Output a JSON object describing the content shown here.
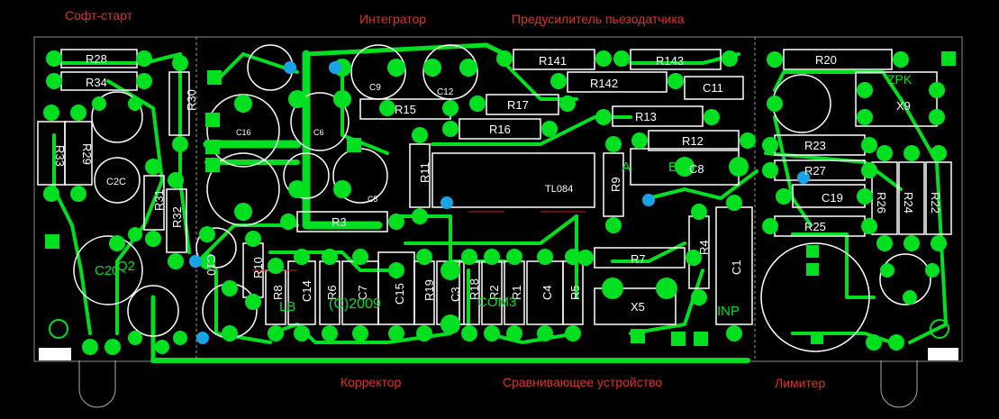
{
  "sections": {
    "soft_start": "Софт-старт",
    "integrator": "Интегратор",
    "preamp": "Предусилитель пьезодатчика",
    "corrector": "Корректор",
    "comparator": "Сравнивающее устройство",
    "limiter": "Лимитер"
  },
  "silk_labels": [
    {
      "id": "r28",
      "text": "R28"
    },
    {
      "id": "r34",
      "text": "R34"
    },
    {
      "id": "r30",
      "text": "R30"
    },
    {
      "id": "r33",
      "text": "R33"
    },
    {
      "id": "r29",
      "text": "R29"
    },
    {
      "id": "c2c",
      "text": "C2C"
    },
    {
      "id": "r31",
      "text": "R31"
    },
    {
      "id": "r32",
      "text": "R32"
    },
    {
      "id": "c20",
      "text": "C20"
    },
    {
      "id": "q2",
      "text": "Q2"
    },
    {
      "id": "c9",
      "text": "C9"
    },
    {
      "id": "c12",
      "text": "C12"
    },
    {
      "id": "r141",
      "text": "R141"
    },
    {
      "id": "r143",
      "text": "R143"
    },
    {
      "id": "r142",
      "text": "R142"
    },
    {
      "id": "c11",
      "text": "C11"
    },
    {
      "id": "r15",
      "text": "R15"
    },
    {
      "id": "r17",
      "text": "R17"
    },
    {
      "id": "r13",
      "text": "R13"
    },
    {
      "id": "r16",
      "text": "R16"
    },
    {
      "id": "r12",
      "text": "R12"
    },
    {
      "id": "r11",
      "text": "R11"
    },
    {
      "id": "tl084",
      "text": "TL084"
    },
    {
      "id": "r9",
      "text": "R9"
    },
    {
      "id": "c8",
      "text": "C8"
    },
    {
      "id": "r3",
      "text": "R3"
    },
    {
      "id": "c5",
      "text": "C5"
    },
    {
      "id": "c10",
      "text": "C10"
    },
    {
      "id": "r10",
      "text": "R10"
    },
    {
      "id": "r8",
      "text": "R8"
    },
    {
      "id": "c14",
      "text": "C14"
    },
    {
      "id": "r6",
      "text": "R6"
    },
    {
      "id": "c7",
      "text": "C7"
    },
    {
      "id": "c15",
      "text": "C15"
    },
    {
      "id": "r19",
      "text": "R19"
    },
    {
      "id": "c3",
      "text": "C3"
    },
    {
      "id": "r18",
      "text": "R18"
    },
    {
      "id": "r2",
      "text": "R2"
    },
    {
      "id": "r1",
      "text": "R1"
    },
    {
      "id": "c4",
      "text": "C4"
    },
    {
      "id": "r5",
      "text": "R5"
    },
    {
      "id": "r7",
      "text": "R7"
    },
    {
      "id": "r4",
      "text": "R4"
    },
    {
      "id": "c1",
      "text": "C1"
    },
    {
      "id": "r20",
      "text": "R20"
    },
    {
      "id": "r23",
      "text": "R23"
    },
    {
      "id": "r27",
      "text": "R27"
    },
    {
      "id": "c19",
      "text": "C19"
    },
    {
      "id": "r26",
      "text": "R26"
    },
    {
      "id": "r24",
      "text": "R24"
    },
    {
      "id": "r22",
      "text": "R22"
    },
    {
      "id": "r25",
      "text": "R25"
    },
    {
      "id": "x9",
      "text": "X9"
    },
    {
      "id": "x5",
      "text": "X5"
    },
    {
      "id": "inp",
      "text": "INP"
    },
    {
      "id": "copyright",
      "text": "(C)2009"
    },
    {
      "id": "lb",
      "text": "LB"
    },
    {
      "id": "com3",
      "text": "COM3"
    },
    {
      "id": "zpk",
      "text": "ZPK"
    },
    {
      "id": "c16",
      "text": "C16"
    },
    {
      "id": "c6",
      "text": "C6"
    },
    {
      "id": "letter_a",
      "text": "A"
    },
    {
      "id": "letter_b",
      "text": "B"
    }
  ],
  "colors": {
    "background": "#000000",
    "track": "#00e020",
    "silkscreen": "#ffffff",
    "section_label": "#e0302a",
    "highlight_pad": "#1aa3e6",
    "board_outline": "#8a8a8a"
  }
}
